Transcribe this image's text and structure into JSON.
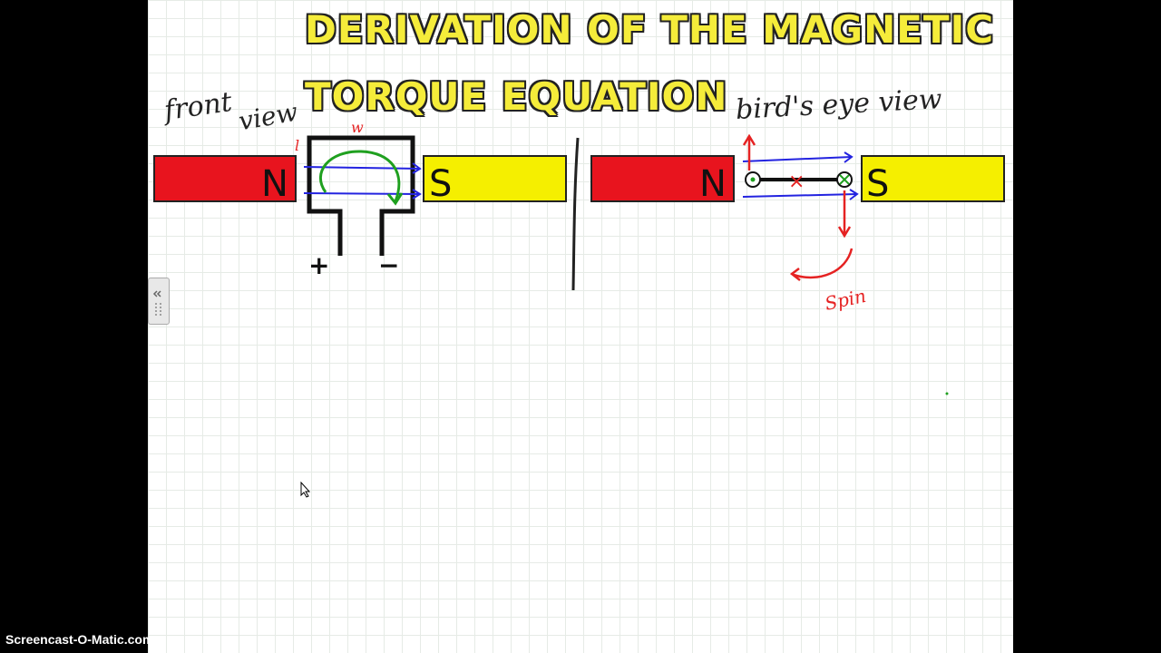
{
  "title": {
    "line1": "DERIVATION OF THE MAGNETIC",
    "line2": "TORQUE EQUATION"
  },
  "front_view": {
    "label_front": "front",
    "label_view": "view",
    "magnet_left": "N",
    "magnet_right": "S",
    "width_label": "w",
    "length_label": "l",
    "plus": "+",
    "minus": "−"
  },
  "birds_eye_view": {
    "label": "bird's eye view",
    "magnet_left": "N",
    "magnet_right": "S",
    "spin_label": "Spin",
    "center_mark": "×"
  },
  "colors": {
    "north": "#e8141e",
    "south": "#f5ef00",
    "field_lines": "#2323e0",
    "rotation": "#1fa01f",
    "force": "#e52222"
  },
  "watermark": "Screencast-O-Matic.com"
}
